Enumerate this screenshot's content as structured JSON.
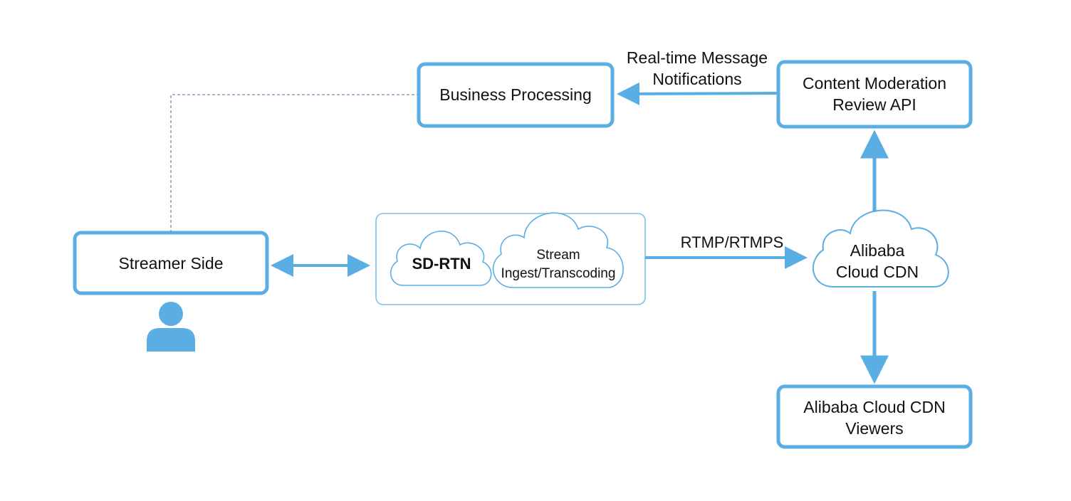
{
  "colors": {
    "accent": "#5aaee3",
    "line": "#5aaee3",
    "dashed": "#6f86b3",
    "text": "#111111",
    "person": "#5aaee3"
  },
  "nodes": {
    "business_processing": {
      "label": "Business Processing"
    },
    "content_moderation": {
      "line1": "Content Moderation",
      "line2": "Review API"
    },
    "streamer_side": {
      "label": "Streamer Side"
    },
    "sd_rtn": {
      "label": "SD-RTN"
    },
    "stream_ingest": {
      "line1": "Stream",
      "line2": "Ingest/Transcoding"
    },
    "alibaba_cdn": {
      "line1": "Alibaba",
      "line2": "Cloud CDN"
    },
    "cdn_viewers": {
      "line1": "Alibaba Cloud CDN",
      "line2": "Viewers"
    }
  },
  "edges": {
    "realtime_notifications": {
      "line1": "Real-time Message",
      "line2": "Notifications"
    },
    "rtmp": {
      "label": "RTMP/RTMPS"
    }
  },
  "icons": {
    "streamer": "person-icon"
  }
}
